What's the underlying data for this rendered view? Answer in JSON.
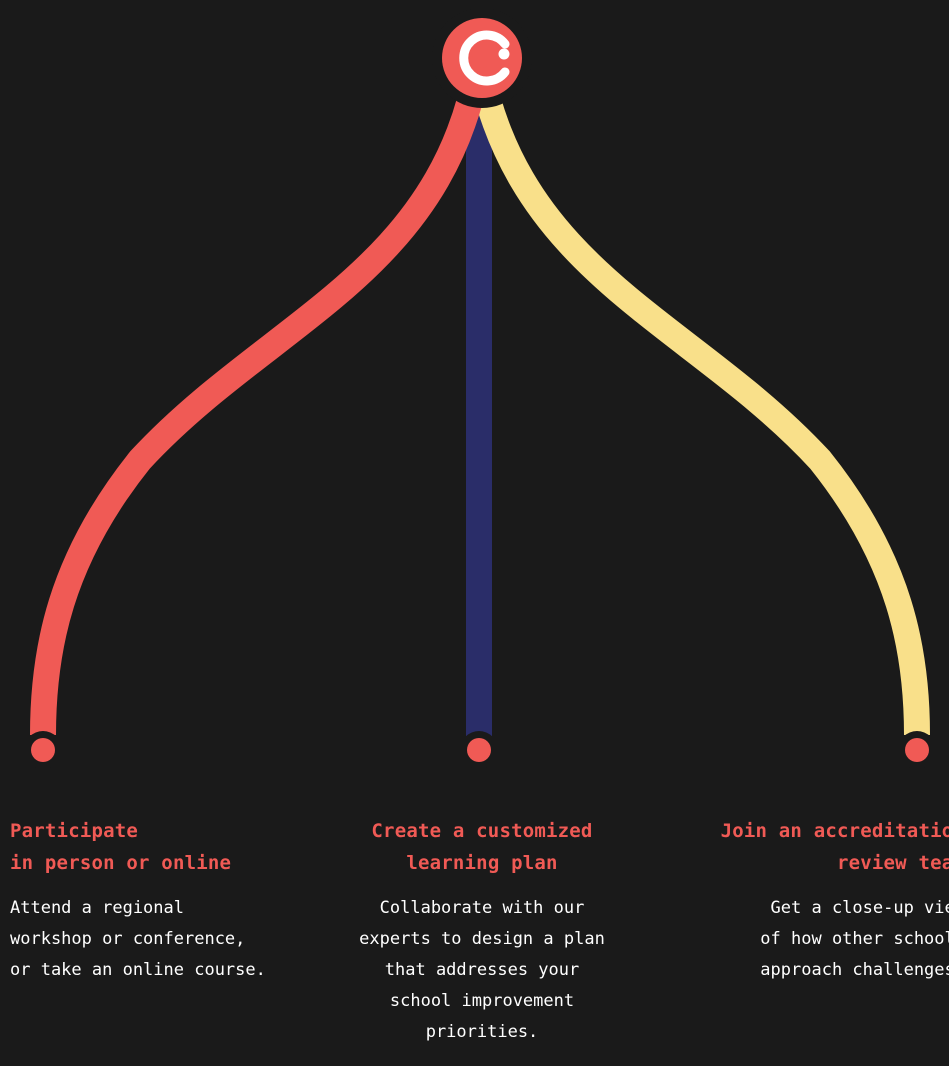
{
  "colors": {
    "background": "#1a1a1a",
    "red": "#f05a55",
    "navy": "#2a2d69",
    "yellow": "#f9e08a",
    "node_ring": "#1a1a1a",
    "text": "#ffffff"
  },
  "logo": {
    "icon": "c-logo-icon"
  },
  "paths": [
    {
      "color_key": "red",
      "title_lines": [
        "Participate",
        "in person or online"
      ],
      "body_lines": [
        "Attend a regional",
        "workshop or conference,",
        "or take an online course."
      ]
    },
    {
      "color_key": "navy",
      "title_lines": [
        "Create a customized",
        "learning plan"
      ],
      "body_lines": [
        "Collaborate with our",
        "experts to design a plan",
        "that addresses your",
        "school improvement",
        "priorities."
      ]
    },
    {
      "color_key": "yellow",
      "title_lines": [
        "Join an accreditation",
        "review team"
      ],
      "body_lines": [
        "Get a close-up view",
        "of how other schools",
        "approach challenges."
      ]
    }
  ]
}
